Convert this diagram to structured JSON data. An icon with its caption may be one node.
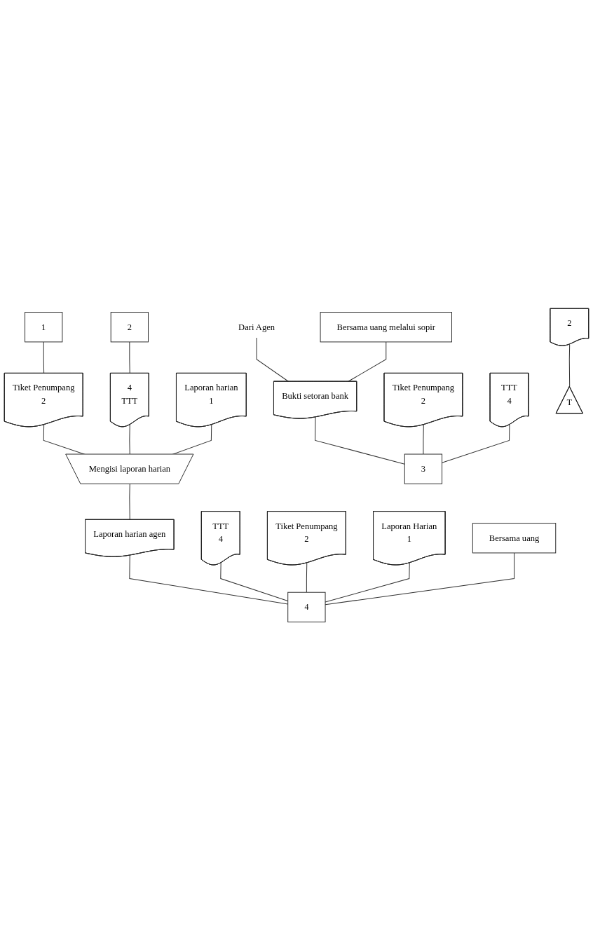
{
  "diagram": {
    "nodes": [
      {
        "text": [
          "1"
        ]
      },
      {
        "text": [
          "2"
        ]
      },
      {
        "text": [
          "Dari Agen"
        ]
      },
      {
        "text": [
          "Tiket Penumpang",
          "2"
        ]
      },
      {
        "text": [
          "4",
          "TTT"
        ]
      },
      {
        "text": [
          "Bersama uang melalui sopir"
        ]
      },
      {
        "text": [
          "Bukti setoran bank"
        ]
      },
      {
        "text": [
          "Tiket Penumpang",
          "2"
        ]
      },
      {
        "text": [
          "TTT",
          "4"
        ]
      },
      {
        "text": [
          "Laporan harian",
          "1"
        ]
      },
      {
        "text": [
          "Mengisi laporan harian"
        ]
      },
      {
        "text": [
          "Laporan harian agen"
        ]
      },
      {
        "text": [
          "TTT",
          "4"
        ]
      },
      {
        "text": [
          "Tiket Penumpang",
          "2"
        ]
      },
      {
        "text": [
          "2"
        ]
      },
      {
        "text": [
          "Laporan Harian",
          "1"
        ]
      },
      {
        "text": [
          "T"
        ]
      },
      {
        "text": [
          "Bersama uang"
        ]
      },
      {
        "text": [
          "3"
        ]
      },
      {
        "text": [
          "4"
        ]
      }
    ],
    "edges": [
      {
        "from": 0,
        "to": 3,
        "arrow": "none"
      },
      {
        "from": 1,
        "to": 4,
        "arrow": "none"
      },
      {
        "from": 2,
        "to": 6,
        "arrow": "none"
      },
      {
        "from": 5,
        "to": 6,
        "arrow": "none"
      },
      {
        "from": 3,
        "to": 10,
        "arrow": "none"
      },
      {
        "from": 4,
        "to": 10,
        "arrow": "none"
      },
      {
        "from": 9,
        "to": 10,
        "arrow": "none"
      },
      {
        "from": 6,
        "to": 18,
        "arrow": "none"
      },
      {
        "from": 7,
        "to": 18,
        "arrow": "none"
      },
      {
        "from": 8,
        "to": 18,
        "arrow": "none"
      },
      {
        "from": 10,
        "to": 11,
        "arrow": "none"
      },
      {
        "from": 11,
        "to": 19,
        "arrow": "none"
      },
      {
        "from": 12,
        "to": 19,
        "arrow": "none"
      },
      {
        "from": 13,
        "to": 19,
        "arrow": "none"
      },
      {
        "from": 15,
        "to": 19,
        "arrow": "none"
      },
      {
        "from": 14,
        "to": 16,
        "arrow": "none"
      },
      {
        "from": 17,
        "to": 19,
        "arrow": "none"
      }
    ]
  }
}
